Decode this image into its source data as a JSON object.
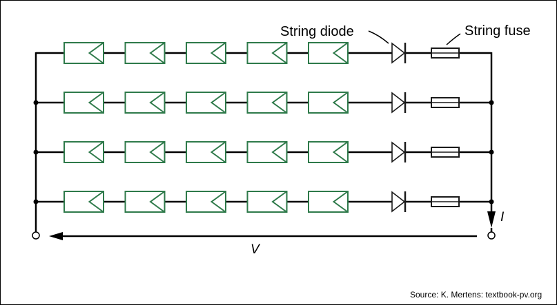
{
  "labels": {
    "string_diode": "String diode",
    "string_fuse": "String fuse",
    "current": "I",
    "voltage": "V",
    "source": "Source: K. Mertens: textbook-pv.org"
  },
  "diagram": {
    "strings": 4,
    "modules_per_string": 5,
    "colors": {
      "module_stroke": "#2e7a4a",
      "wire": "#000000"
    }
  }
}
